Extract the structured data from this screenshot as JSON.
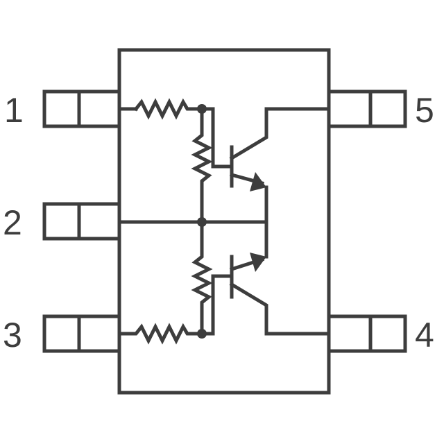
{
  "pins": [
    {
      "number": "1"
    },
    {
      "number": "2"
    },
    {
      "number": "3"
    },
    {
      "number": "4"
    },
    {
      "number": "5"
    }
  ],
  "colors": {
    "line": "#3d3d3d",
    "background": "#ffffff"
  }
}
